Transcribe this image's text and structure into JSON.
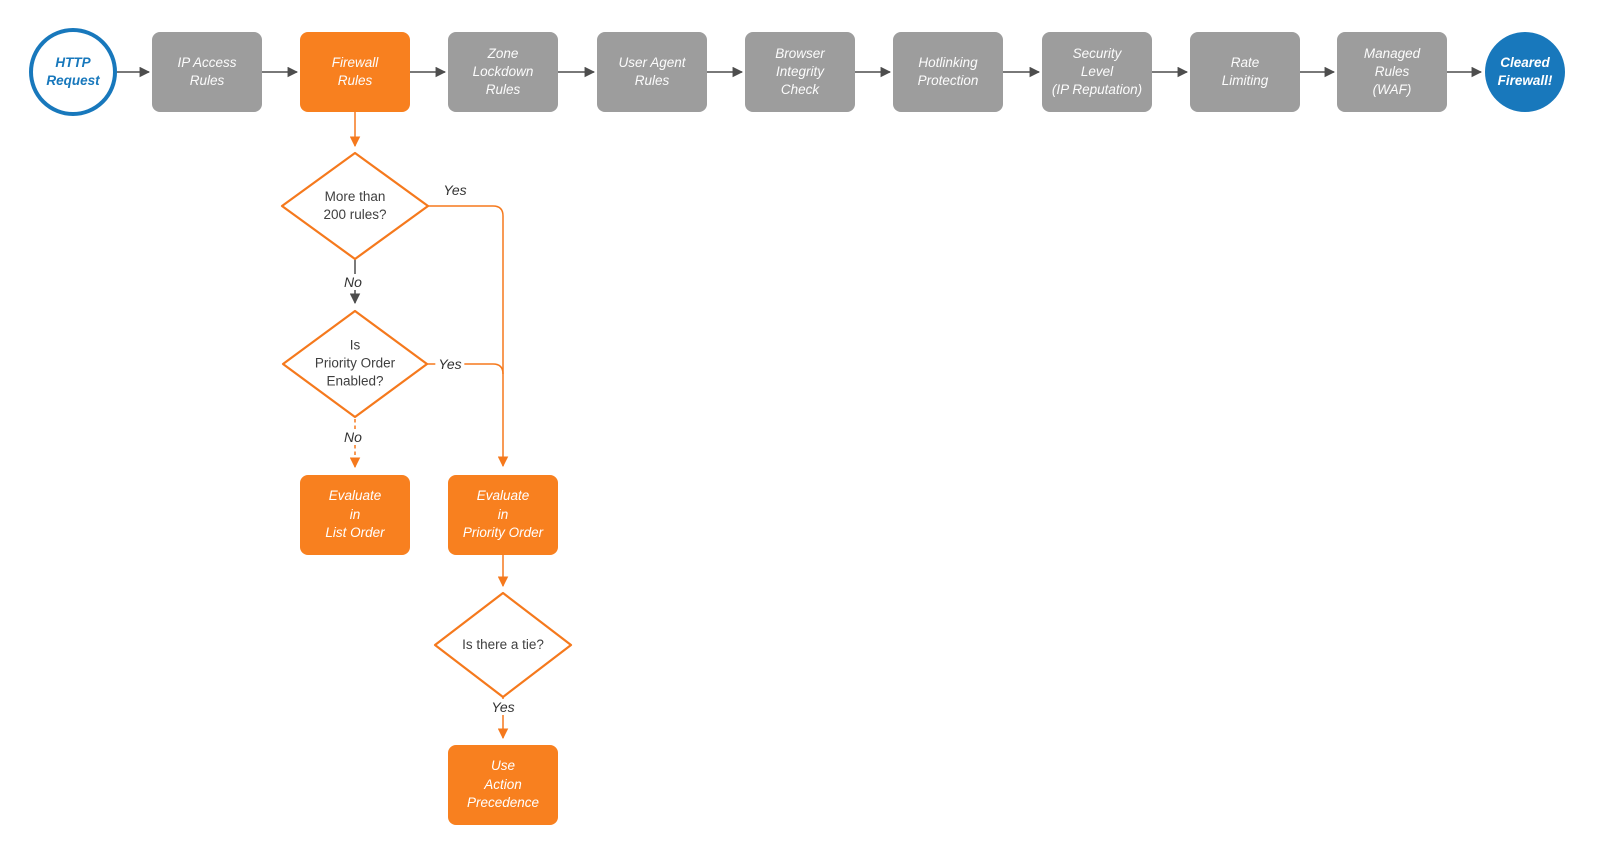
{
  "colors": {
    "orange": "#F5791D",
    "orange_fill": "#F8801F",
    "blue": "#1878BC",
    "gray_node": "#9D9D9D",
    "gray_line": "#4D4D4D",
    "text_dark": "#3F3F3F"
  },
  "pipeline": {
    "start": {
      "label": "HTTP\nRequest"
    },
    "steps": [
      {
        "label": "IP Access\nRules",
        "highlighted": false
      },
      {
        "label": "Firewall\nRules",
        "highlighted": true
      },
      {
        "label": "Zone\nLockdown\nRules",
        "highlighted": false
      },
      {
        "label": "User Agent\nRules",
        "highlighted": false
      },
      {
        "label": "Browser\nIntegrity\nCheck",
        "highlighted": false
      },
      {
        "label": "Hotlinking\nProtection",
        "highlighted": false
      },
      {
        "label": "Security\nLevel\n(IP Reputation)",
        "highlighted": false
      },
      {
        "label": "Rate\nLimiting",
        "highlighted": false
      },
      {
        "label": "Managed\nRules\n(WAF)",
        "highlighted": false
      }
    ],
    "end": {
      "label": "Cleared\nFirewall!"
    }
  },
  "decision_flow": {
    "d1": {
      "label": "More than\n200 rules?"
    },
    "d2": {
      "label": "Is\nPriority Order\nEnabled?"
    },
    "d3": {
      "label": "Is there a tie?"
    },
    "evaluate_list": {
      "label": "Evaluate\nin\nList Order"
    },
    "evaluate_priority": {
      "label": "Evaluate\nin\nPriority Order"
    },
    "action_precedence": {
      "label": "Use\nAction\nPrecedence"
    },
    "labels": {
      "d1_yes": "Yes",
      "d1_no": "No",
      "d2_yes": "Yes",
      "d2_no": "No",
      "d3_yes": "Yes"
    }
  }
}
